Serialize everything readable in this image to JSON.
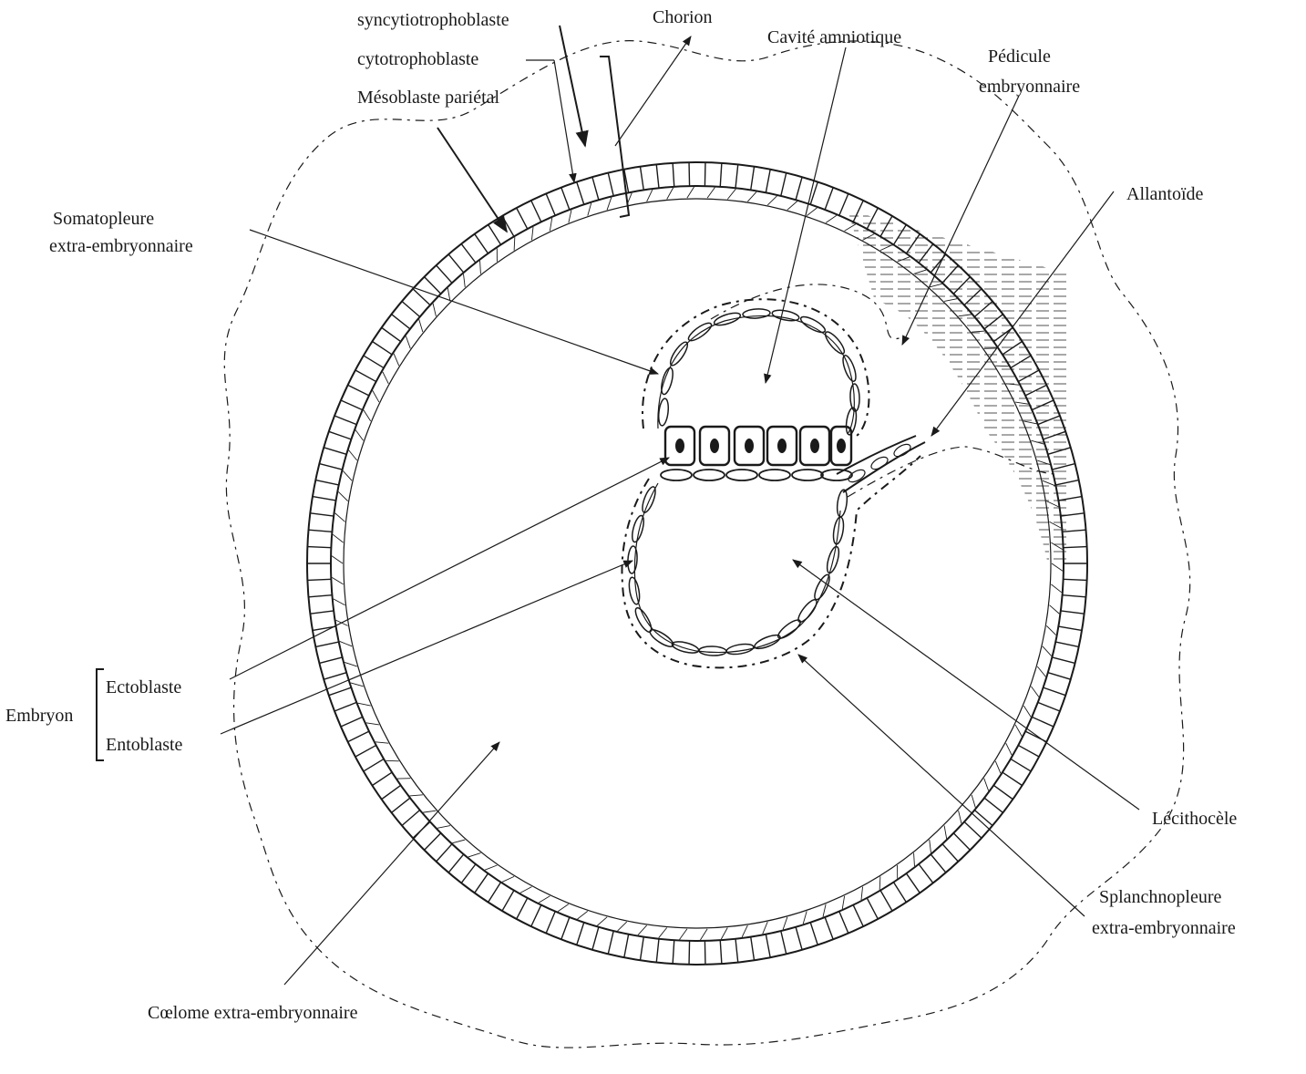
{
  "labels": {
    "syncytiotrophoblaste": "syncytiotrophoblaste",
    "cytotrophoblaste": "cytotrophoblaste",
    "mesoblaste_parietal": "Mésoblaste pariétal",
    "chorion": "Chorion",
    "cavite_amniotique": "Cavité amniotique",
    "pedicule_line1": "Pédicule",
    "pedicule_line2": "embryonnaire",
    "allantoide": "Allantoïde",
    "somatopleure_line1": "Somatopleure",
    "somatopleure_line2": "extra-embryonnaire",
    "embryon": "Embryon",
    "ectoblaste": "Ectoblaste",
    "entoblaste": "Entoblaste",
    "lecithocele": "Lécithocèle",
    "splanchnopleure_line1": "Splanchnopleure",
    "splanchnopleure_line2": "extra-embryonnaire",
    "coelome": "Cœlome extra-embryonnaire"
  },
  "colors": {
    "ink": "#1a1a1a",
    "background": "#ffffff"
  }
}
